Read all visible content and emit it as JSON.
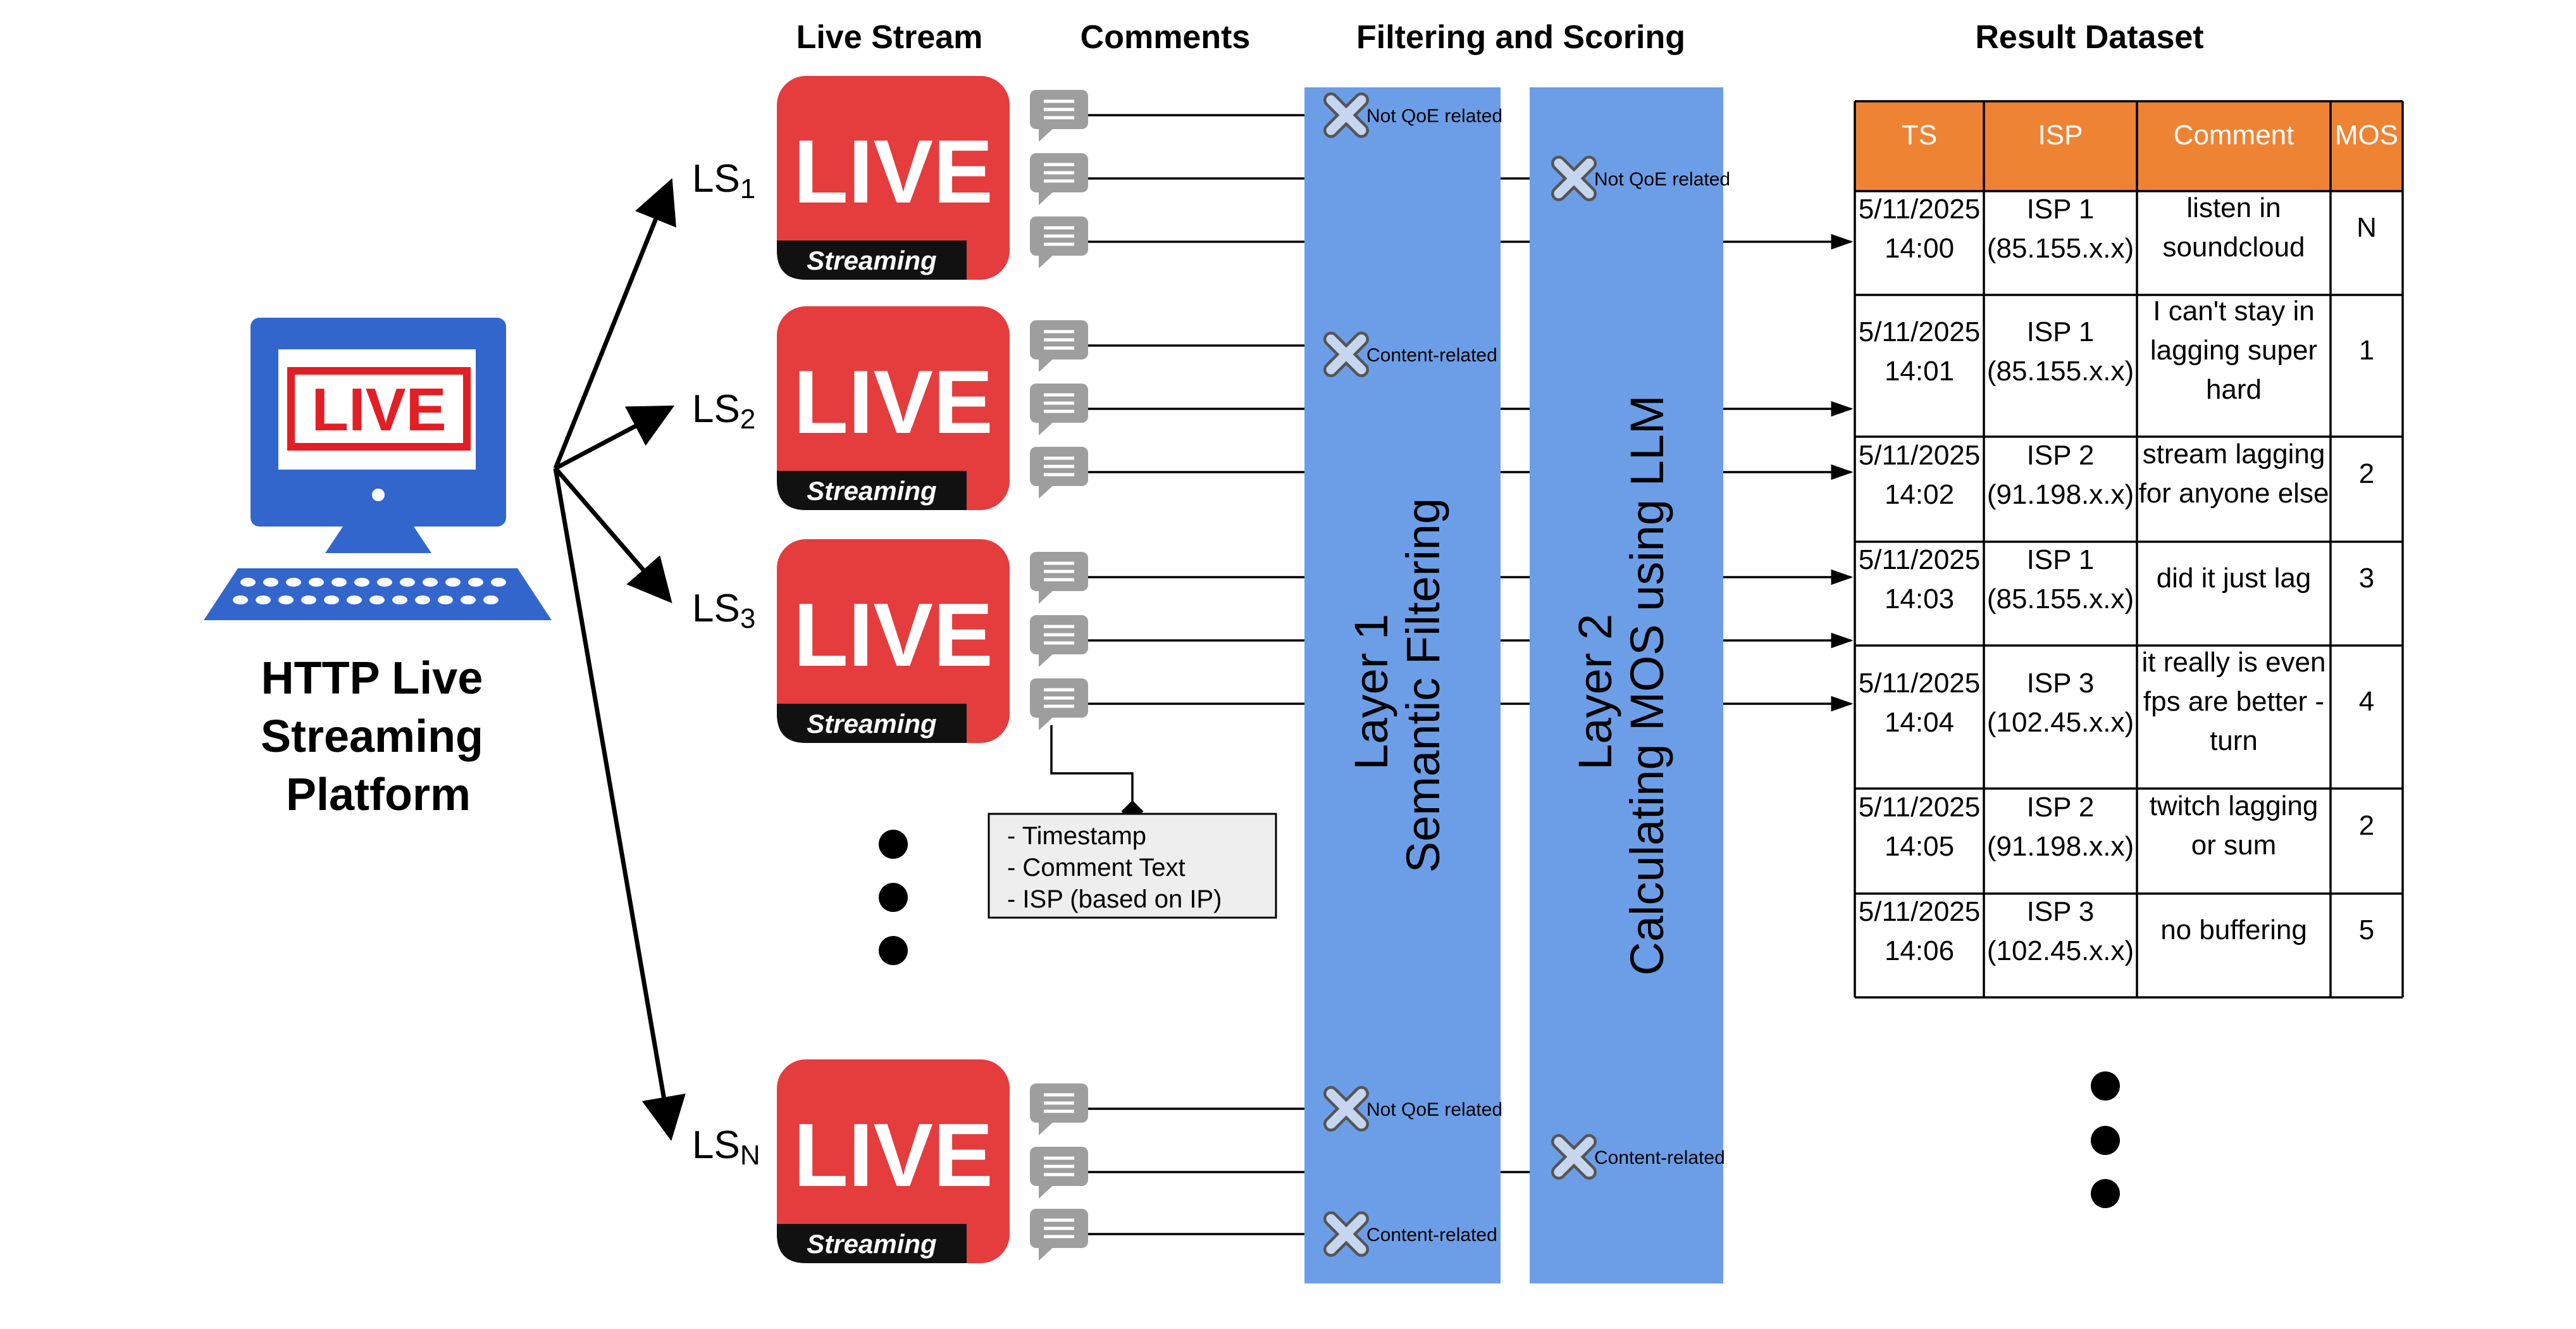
{
  "headers": {
    "live_stream": "Live Stream",
    "comments": "Comments",
    "filtering": "Filtering and Scoring",
    "result": "Result Dataset"
  },
  "platform": {
    "screen_text": "LIVE",
    "title_lines": [
      "HTTP Live",
      "Streaming",
      "Platform"
    ]
  },
  "streams": [
    {
      "label": "LS",
      "sub": "1",
      "badge_top": "LIVE",
      "badge_bottom": "Streaming"
    },
    {
      "label": "LS",
      "sub": "2",
      "badge_top": "LIVE",
      "badge_bottom": "Streaming"
    },
    {
      "label": "LS",
      "sub": "3",
      "badge_top": "LIVE",
      "badge_bottom": "Streaming"
    },
    {
      "label": "LS",
      "sub": "N",
      "badge_top": "LIVE",
      "badge_bottom": "Streaming"
    }
  ],
  "comment_fields": [
    "- Timestamp",
    "- Comment Text",
    "- ISP (based on IP)"
  ],
  "layers": [
    {
      "lines": [
        "Layer 1",
        "Semantic Filtering"
      ]
    },
    {
      "lines": [
        "Layer 2",
        "Calculating MOS using LLM"
      ]
    }
  ],
  "rejection_labels": {
    "not_qoe": "Not QoE related",
    "content": "Content-related"
  },
  "table": {
    "columns": [
      "TS",
      "ISP",
      "Comment",
      "MOS"
    ],
    "rows": [
      {
        "ts": [
          "5/11/2025",
          "14:00"
        ],
        "isp": [
          "ISP 1",
          "(85.155.x.x)"
        ],
        "comment": [
          "listen in",
          "soundcloud"
        ],
        "mos": "N"
      },
      {
        "ts": [
          "5/11/2025",
          "14:01"
        ],
        "isp": [
          "ISP 1",
          "(85.155.x.x)"
        ],
        "comment": [
          "I can't stay in",
          "lagging super",
          "hard"
        ],
        "mos": "1"
      },
      {
        "ts": [
          "5/11/2025",
          "14:02"
        ],
        "isp": [
          "ISP 2",
          "(91.198.x.x)"
        ],
        "comment": [
          "stream lagging",
          "for anyone else"
        ],
        "mos": "2"
      },
      {
        "ts": [
          "5/11/2025",
          "14:03"
        ],
        "isp": [
          "ISP 1",
          "(85.155.x.x)"
        ],
        "comment": [
          "did it just lag"
        ],
        "mos": "3"
      },
      {
        "ts": [
          "5/11/2025",
          "14:04"
        ],
        "isp": [
          "ISP 3",
          "(102.45.x.x)"
        ],
        "comment": [
          "it really is even",
          "fps are better -",
          "turn"
        ],
        "mos": "4"
      },
      {
        "ts": [
          "5/11/2025",
          "14:05"
        ],
        "isp": [
          "ISP 2",
          "(91.198.x.x)"
        ],
        "comment": [
          "twitch lagging",
          "or sum"
        ],
        "mos": "2"
      },
      {
        "ts": [
          "5/11/2025",
          "14:06"
        ],
        "isp": [
          "ISP 3",
          "(102.45.x.x)"
        ],
        "comment": [
          "no buffering"
        ],
        "mos": "5"
      }
    ]
  },
  "colors": {
    "live_red": "#e53c3e",
    "badge_black": "#111111",
    "layer_blue": "#6c9ee8",
    "table_header": "#ee8334",
    "monitor_blue": "#3366cc",
    "screen_red": "#e31e24",
    "comment_grey": "#9e9e9e",
    "x_fill": "#c5d6ee"
  }
}
